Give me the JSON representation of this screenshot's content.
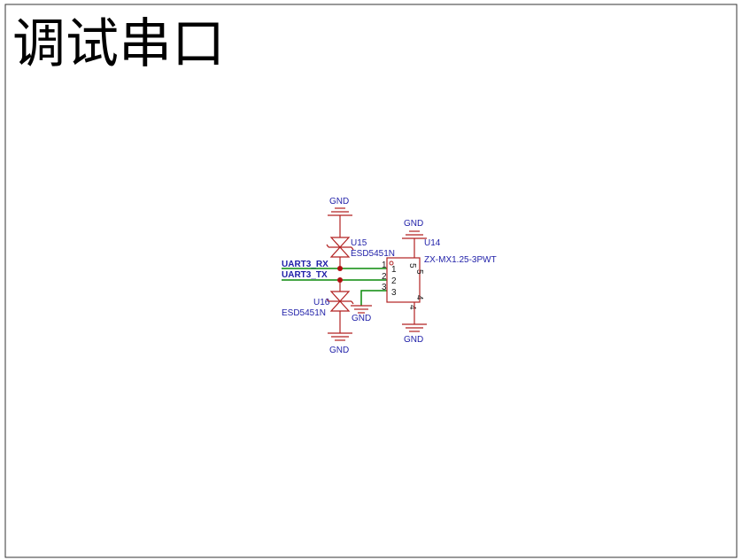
{
  "title": "调试串口",
  "connector": {
    "ref": "U14",
    "part": "ZX-MX1.25-3PWT",
    "gnd": "GND",
    "pins": [
      "1",
      "2",
      "3",
      "4",
      "5"
    ]
  },
  "tvs_top": {
    "ref": "U15",
    "part": "ESD5451N",
    "gnd": "GND"
  },
  "tvs_bottom": {
    "ref": "U16",
    "part": "ESD5451N",
    "gnd": "GND"
  },
  "pin3_gnd": "GND",
  "nets": {
    "rx": "UART3_RX",
    "tx": "UART3_TX"
  },
  "colors": {
    "component": "#b22222",
    "wire": "#0a8a0a",
    "label": "#1f1fa8",
    "junction": "#b01010"
  }
}
